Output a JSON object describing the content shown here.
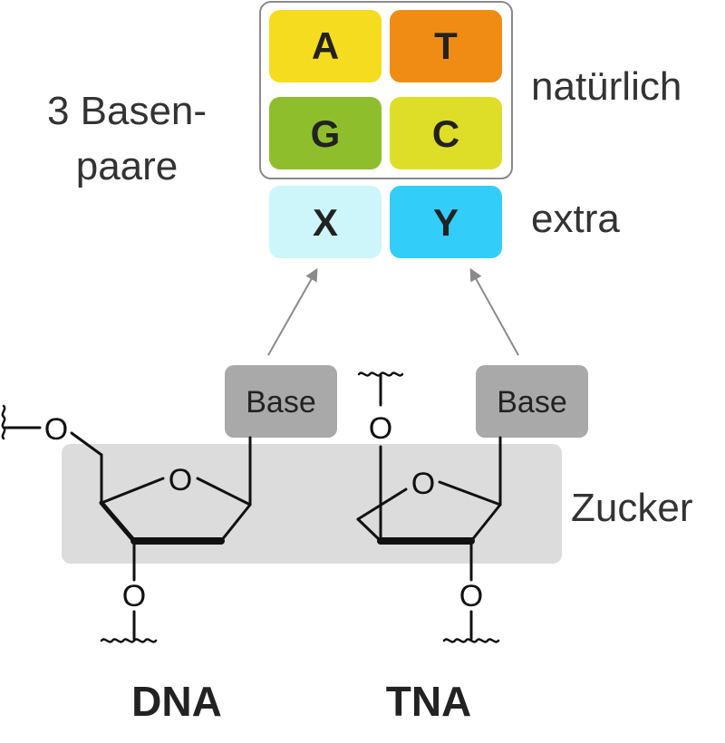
{
  "labels": {
    "base_pairs_line1": "3 Basen-",
    "base_pairs_line2": "paare",
    "natural": "natürlich",
    "extra": "extra",
    "sugar": "Zucker"
  },
  "bases": {
    "a": {
      "letter": "A",
      "color": "#f6dc1e"
    },
    "t": {
      "letter": "T",
      "color": "#f08c14"
    },
    "g": {
      "letter": "G",
      "color": "#8fbe2d"
    },
    "c": {
      "letter": "C",
      "color": "#dede28"
    },
    "x": {
      "letter": "X",
      "color": "#cdf6fb"
    },
    "y": {
      "letter": "Y",
      "color": "#33cdf9"
    }
  },
  "molecules": {
    "dna": {
      "name": "DNA",
      "base_label": "Base",
      "ring_oxygen": "O",
      "linker_oxygen_5": "O",
      "linker_oxygen_3": "O"
    },
    "tna": {
      "name": "TNA",
      "base_label": "Base",
      "ring_oxygen": "O",
      "linker_oxygen_2": "O",
      "linker_oxygen_3": "O"
    }
  },
  "colors": {
    "sugar_box": "#dcdcdc",
    "base_box": "#a9a9a9",
    "arrow": "#8a8a8a",
    "natural_frame": "#8a8a8a"
  }
}
